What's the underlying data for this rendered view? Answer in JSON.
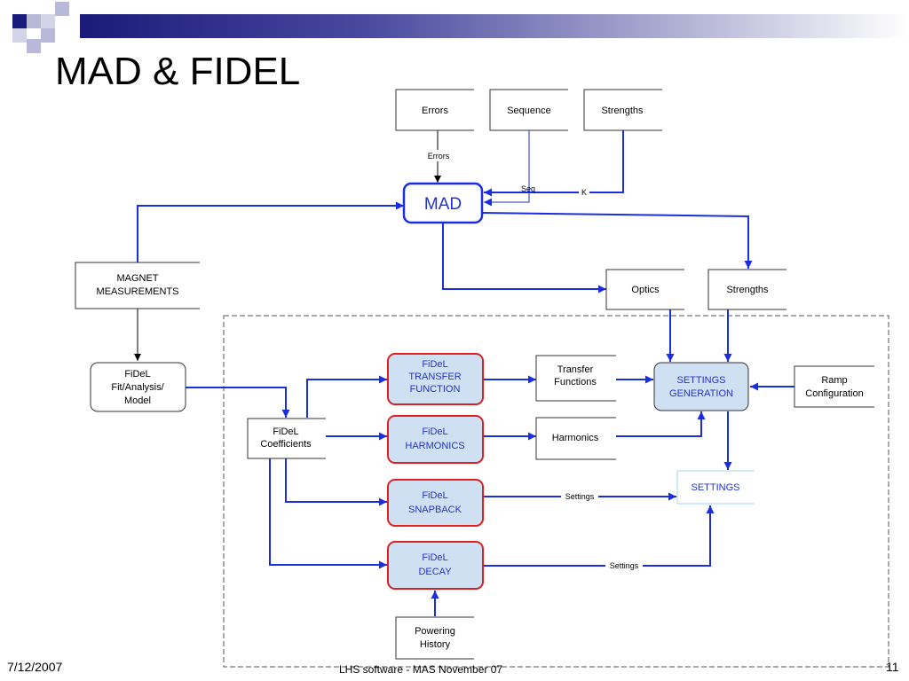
{
  "slide": {
    "title": "MAD & FIDEL",
    "footer_date": "7/12/2007",
    "footer_center": "LHS software - MAS November 07",
    "page_number": "11"
  },
  "colors": {
    "header_dark": "#1a1a7a",
    "square_light": "#b8b8d8",
    "arrow_blue": "#1a2ee0",
    "mad_text": "#2233cc",
    "fidel_border": "#e02020",
    "fidel_fill": "#cfe0f3",
    "settings_border": "#9fd4f0"
  },
  "diagram": {
    "nodes": {
      "errors": {
        "lines": [
          "Errors"
        ]
      },
      "sequence": {
        "lines": [
          "Sequence"
        ]
      },
      "strengths_top": {
        "lines": [
          "Strengths"
        ]
      },
      "mad": {
        "lines": [
          "MAD"
        ]
      },
      "magnet": {
        "lines": [
          "MAGNET",
          "MEASUREMENTS"
        ]
      },
      "optics": {
        "lines": [
          "Optics"
        ]
      },
      "strengths_out": {
        "lines": [
          "Strengths"
        ]
      },
      "fidel_fit": {
        "lines": [
          "FiDeL",
          "Fit/Analysis/",
          "Model"
        ]
      },
      "fidel_coeff": {
        "lines": [
          "FiDeL",
          "Coefficients"
        ]
      },
      "fidel_transfer": {
        "lines": [
          "FiDeL",
          "TRANSFER",
          "FUNCTION"
        ]
      },
      "fidel_harmonics": {
        "lines": [
          "FiDeL",
          "HARMONICS"
        ]
      },
      "fidel_snapback": {
        "lines": [
          "FiDeL",
          "SNAPBACK"
        ]
      },
      "fidel_decay": {
        "lines": [
          "FiDeL",
          "DECAY"
        ]
      },
      "transfer_functions": {
        "lines": [
          "Transfer",
          "Functions"
        ]
      },
      "harmonics": {
        "lines": [
          "Harmonics"
        ]
      },
      "settings_generation": {
        "lines": [
          "SETTINGS",
          "GENERATION"
        ]
      },
      "ramp_config": {
        "lines": [
          "Ramp",
          "Configuration"
        ]
      },
      "settings": {
        "lines": [
          "SETTINGS"
        ]
      },
      "powering_history": {
        "lines": [
          "Powering",
          "History"
        ]
      }
    },
    "edge_labels": {
      "errors": "Errors",
      "seq": "Seq",
      "k": "K",
      "settings_snapback": "Settings",
      "settings_decay": "Settings"
    }
  }
}
